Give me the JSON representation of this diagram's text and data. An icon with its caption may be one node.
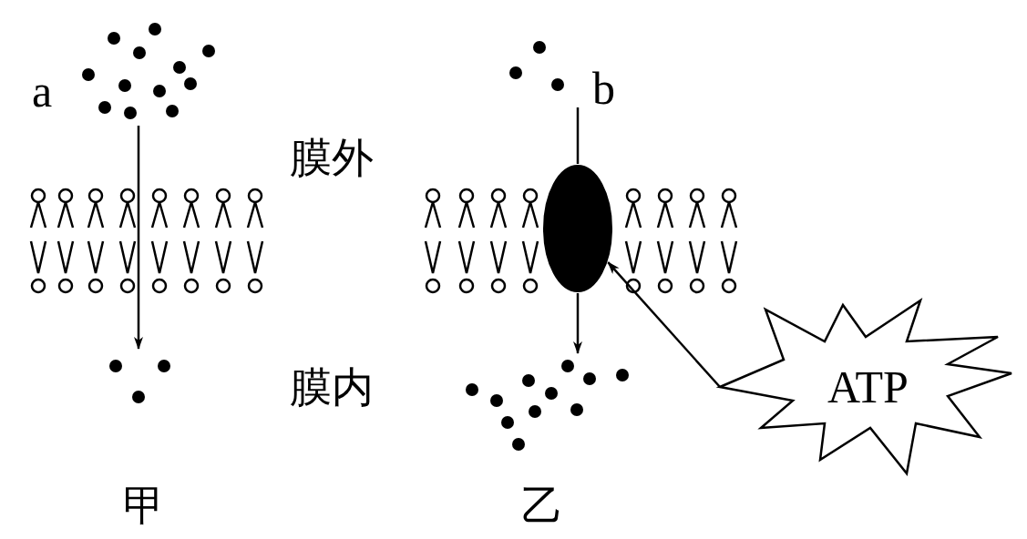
{
  "diagram": {
    "nodes": [
      {
        "text": [
          "a"
        ]
      },
      {
        "text": [],
        "shape": "picture"
      },
      {
        "text": [
          "b"
        ]
      },
      {
        "text": [],
        "shape": "picture"
      },
      {
        "text": [],
        "shape": "ellipse"
      },
      {
        "text": [
          "ATP"
        ]
      }
    ],
    "edges": [
      {
        "from": 0,
        "to": 1,
        "arrow": "to"
      },
      {
        "from": 2,
        "to": 4,
        "arrow": "none"
      },
      {
        "from": 4,
        "to": 3,
        "arrow": "to"
      },
      {
        "from": 5,
        "to": 4,
        "arrow": "to"
      }
    ],
    "labels": [
      "膜外",
      "膜内",
      "甲",
      "乙"
    ]
  }
}
